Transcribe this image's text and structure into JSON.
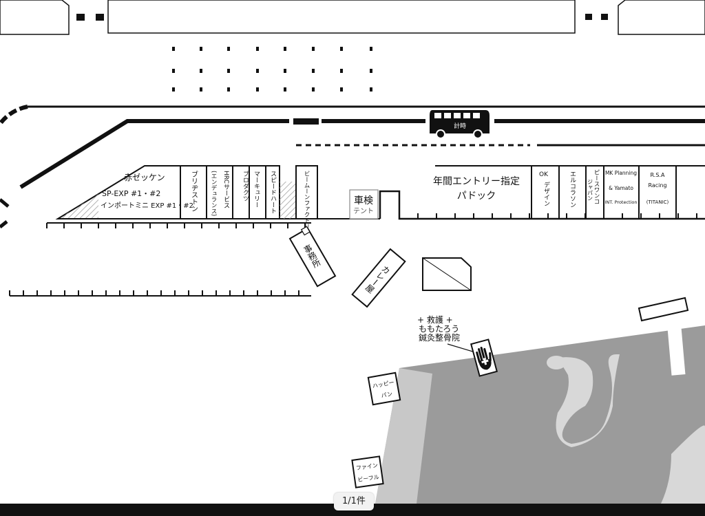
{
  "viewer": {
    "page_counter": "1/1件"
  },
  "map": {
    "colors": {
      "ink": "#111111",
      "paddock_gray": "#9b9b9b",
      "light_gray": "#c8c8c8",
      "background": "#ffffff"
    },
    "timing_bus_label": "計時",
    "pit_booths": [
      {
        "label": "ブリヂストン"
      },
      {
        "label": "(エンデュランス)"
      },
      {
        "label": "HRCサービス"
      },
      {
        "label": "ブロダクツ"
      },
      {
        "label": "マーキュリー"
      },
      {
        "label": "スピードハート"
      },
      {
        "label": "ビームーンファクトリー"
      }
    ],
    "akazekken": {
      "title": "赤ゼッケン",
      "line1": "SP-EXP #1・#2",
      "line2": "インポートミニ EXP #1・#2"
    },
    "inspection": {
      "title": "車検",
      "sub": "テント"
    },
    "annual_paddock": {
      "line1": "年間エントリー指定",
      "line2": "パドック"
    },
    "right_booths": [
      {
        "line1": "OK",
        "line2": "デザイン"
      },
      {
        "line1": "エルコラソン",
        "line2": ""
      },
      {
        "line1": "ピースワンコ",
        "line2": "ジャパン"
      },
      {
        "line1": "MK Planning",
        "line2": "& Yamato",
        "line3": "INT. Protection"
      },
      {
        "line1": "R.S.A",
        "line2": "Racing",
        "line3": "(TITANIC)"
      }
    ],
    "office": "事務所",
    "curry": "カレー屋",
    "first_aid": {
      "line1": "+ 救護 +",
      "line2": "ももたろう",
      "line3": "鍼灸整骨院"
    },
    "happy_pan": {
      "line1": "ハッピー",
      "line2": "パン"
    },
    "fine_beef": {
      "line1": "ファイン",
      "line2": "ビーフル"
    }
  }
}
